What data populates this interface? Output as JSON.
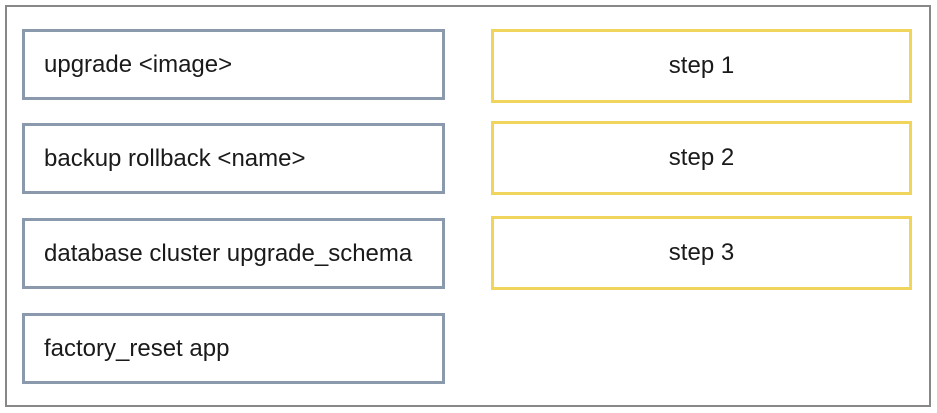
{
  "commands": [
    {
      "label": "upgrade <image>"
    },
    {
      "label": "backup rollback <name>"
    },
    {
      "label": "database cluster upgrade_schema"
    },
    {
      "label": "factory_reset app"
    }
  ],
  "steps": [
    {
      "label": "step 1"
    },
    {
      "label": "step 2"
    },
    {
      "label": "step 3"
    }
  ],
  "colors": {
    "command_border": "#8A9AAC",
    "step_border": "#F0D45C",
    "frame_border": "#888888",
    "text": "#1A1A1A",
    "background": "#FFFFFF"
  }
}
